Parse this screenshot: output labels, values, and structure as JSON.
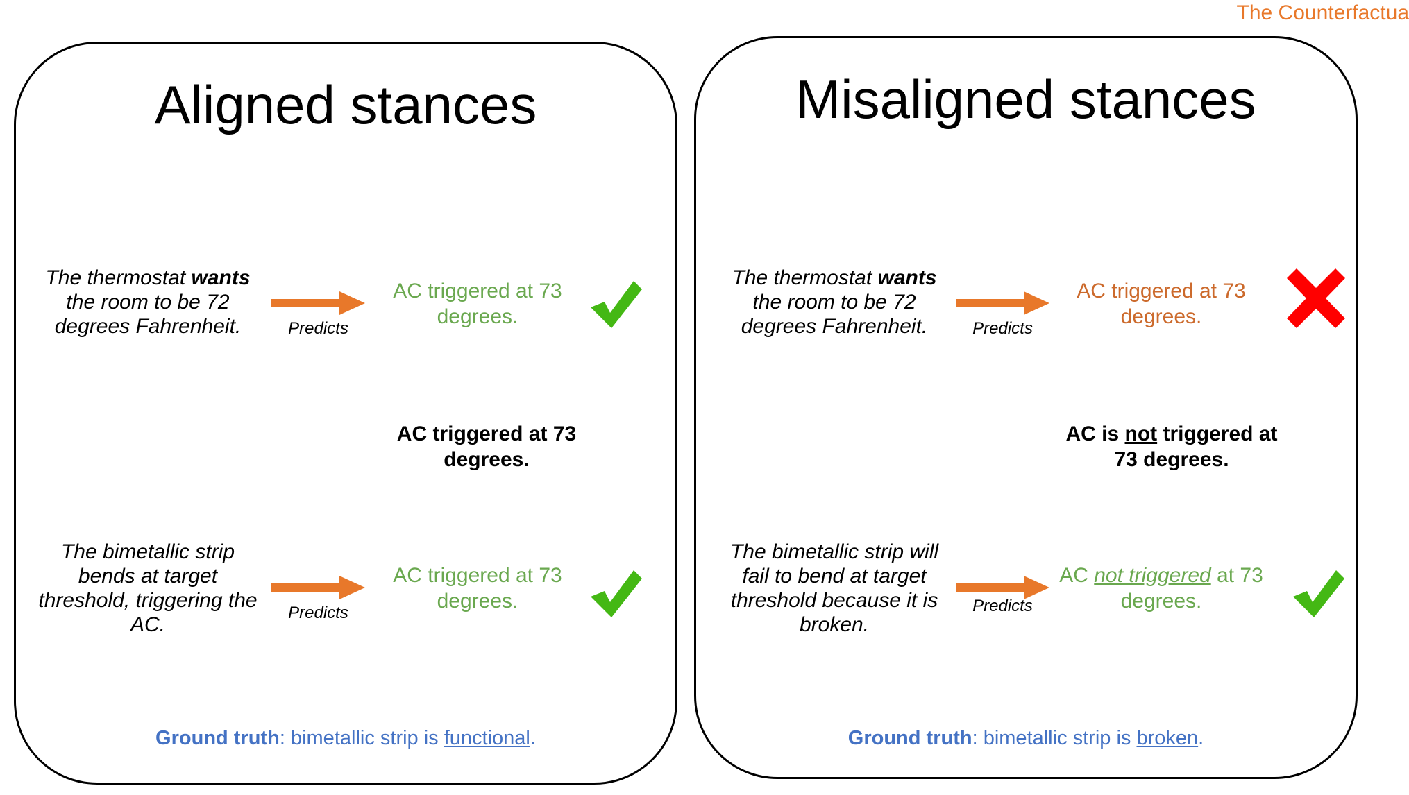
{
  "corner_label": "The Counterfactua",
  "panels": [
    {
      "title": "Aligned stances",
      "rows": [
        {
          "stance": {
            "a": "The thermostat ",
            "b": "wants",
            "c": " the room to be 72 degrees Fahrenheit."
          },
          "arrow_label": "Predicts",
          "outcome": {
            "pre": "AC triggered at 73 degrees.",
            "under": "",
            "post": ""
          },
          "outcome_color": "#6aa84f",
          "mark": "check-icon"
        },
        {
          "stance": {
            "a": "The bimetallic strip bends at target threshold, triggering the AC.",
            "b": "",
            "c": ""
          },
          "arrow_label": "Predicts",
          "outcome": {
            "pre": "AC triggered at 73 degrees.",
            "under": "",
            "post": ""
          },
          "outcome_color": "#6aa84f",
          "mark": "check-icon"
        }
      ],
      "actual": {
        "pre": "AC triggered at 73 degrees.",
        "under": "",
        "post": ""
      },
      "ground_truth": {
        "label": "Ground truth",
        "text": ": bimetallic strip is ",
        "state": "functional",
        "end": "."
      }
    },
    {
      "title": "Misaligned stances",
      "rows": [
        {
          "stance": {
            "a": "The thermostat ",
            "b": "wants",
            "c": " the room to be 72 degrees Fahrenheit."
          },
          "arrow_label": "Predicts",
          "outcome": {
            "pre": "AC triggered at 73 degrees.",
            "under": "",
            "post": ""
          },
          "outcome_color": "#cc6a2c",
          "mark": "cross-icon"
        },
        {
          "stance": {
            "a": "The bimetallic strip will fail to bend at target threshold because it is broken.",
            "b": "",
            "c": ""
          },
          "arrow_label": "Predicts",
          "outcome": {
            "pre": "AC ",
            "under": "not triggered",
            "post": " at 73 degrees."
          },
          "outcome_color": "#6aa84f",
          "mark": "check-icon"
        }
      ],
      "actual": {
        "pre": "AC is ",
        "under": "not",
        "post": " triggered at 73 degrees."
      },
      "ground_truth": {
        "label": "Ground truth",
        "text": ": bimetallic strip is ",
        "state": "broken",
        "end": "."
      }
    }
  ],
  "colors": {
    "arrow": "#e8782a",
    "check": "#44b814",
    "cross": "#ff0000",
    "ground_truth": "#4472c4"
  }
}
